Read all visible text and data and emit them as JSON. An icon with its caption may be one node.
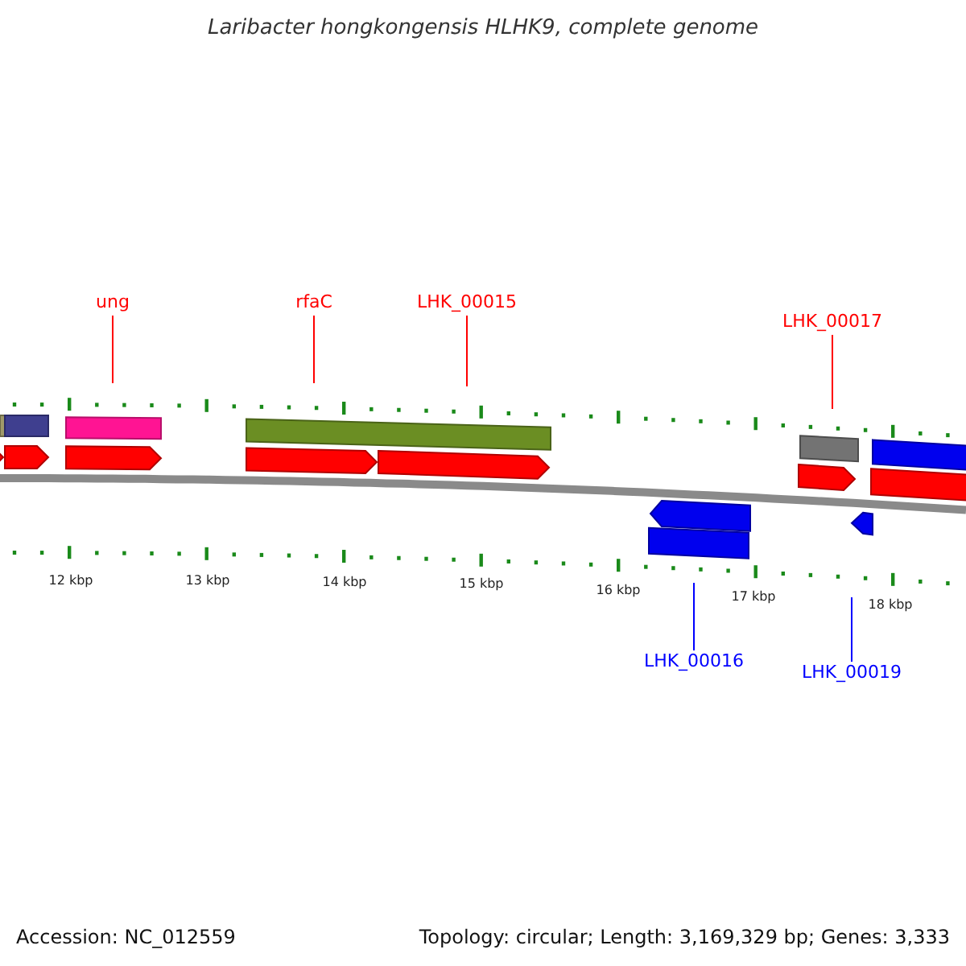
{
  "diagram": {
    "title": "Laribacter hongkongensis HLHK9, complete genome",
    "nodes": [
      {
        "text": [
          "ung"
        ]
      },
      {
        "text": [
          "rfaC"
        ]
      },
      {
        "text": [
          "LHK_00015"
        ]
      },
      {
        "text": [
          "LHK_00017"
        ]
      },
      {
        "text": [
          "LHK_00016"
        ]
      },
      {
        "text": [
          "LHK_00019"
        ]
      }
    ],
    "edges": [
      {
        "from": 0,
        "to": null,
        "arrow": "none"
      },
      {
        "from": 1,
        "to": null,
        "arrow": "none"
      },
      {
        "from": 2,
        "to": null,
        "arrow": "none"
      },
      {
        "from": 3,
        "to": null,
        "arrow": "none"
      },
      {
        "from": 4,
        "to": null,
        "arrow": "none",
        "color": "#0000ff"
      },
      {
        "from": 5,
        "to": null,
        "arrow": "none",
        "color": "#0000ff"
      }
    ],
    "labels": [
      "12 kbp",
      "13 kbp",
      "14 kbp",
      "15 kbp",
      "16 kbp",
      "17 kbp",
      "18 kbp",
      "Accession: NC_012559",
      "Topology: circular; Length: 3,169,329 bp; Genes: 3,333"
    ]
  }
}
